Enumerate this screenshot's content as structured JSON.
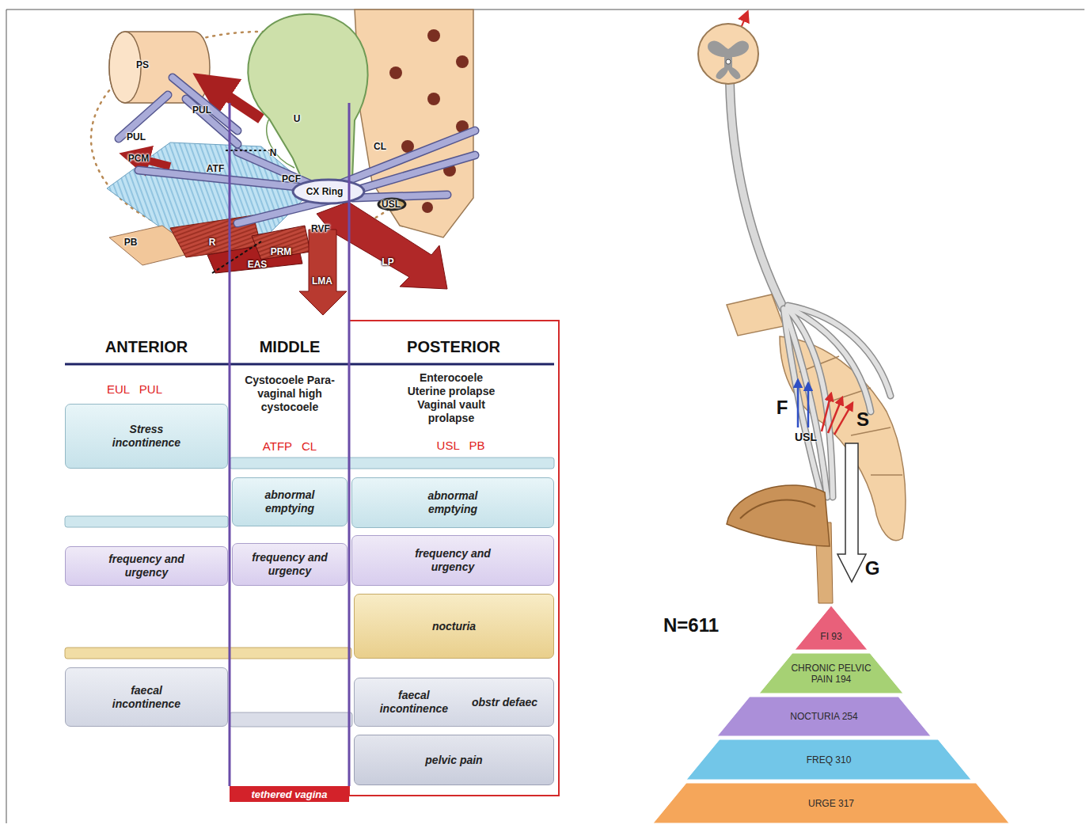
{
  "diagram": {
    "nodes": [
      {
        "text": [
          "Stress incontinence"
        ]
      },
      {
        "text": [
          "abnormal emptying"
        ]
      },
      {
        "text": [
          "abnormal emptying"
        ]
      },
      {
        "text": [
          "frequency and urgency"
        ]
      },
      {
        "text": [
          "frequency and urgency"
        ]
      },
      {
        "text": [
          "frequency and urgency"
        ]
      },
      {
        "text": [
          "nocturia"
        ]
      },
      {
        "text": [
          "faecal incontinence"
        ]
      },
      {
        "text": [
          "faecal incontinence",
          "obstr defaec"
        ]
      },
      {
        "text": [
          "pelvic pain"
        ]
      },
      {
        "text": [
          "tethered vagina"
        ]
      },
      {
        "text": [
          "FI 93"
        ]
      },
      {
        "text": [
          "CHRONIC PELVIC PAIN 194"
        ]
      },
      {
        "text": [
          "NOCTURIA 254"
        ]
      },
      {
        "text": [
          "FREQ 310"
        ]
      },
      {
        "text": [
          "URGE 317"
        ]
      }
    ],
    "labels": [
      "PS",
      "PUL",
      "PUL",
      "U",
      "CL",
      "PCM",
      "ATF",
      "N",
      "PCF",
      "CX Ring",
      "USL",
      "PB",
      "R",
      "RVF",
      "PRM",
      "EAS",
      "LP",
      "LMA",
      "ANTERIOR",
      "MIDDLE",
      "POSTERIOR",
      "EUL PUL",
      "Cystocoele Para-vaginal high cystocoele",
      "ATFP CL",
      "Enterocoele Uterine prolapse Vaginal vault prolapse",
      "USL PB",
      "F",
      "USL",
      "S",
      "G",
      "N=611"
    ]
  }
}
